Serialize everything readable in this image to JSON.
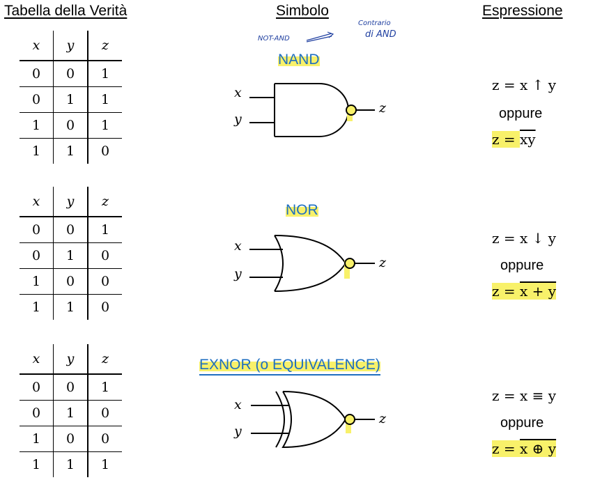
{
  "headers": {
    "truth_table": "Tabella della Verità",
    "symbol": "Simbolo",
    "expression": "Espressione"
  },
  "truth_table_columns": [
    "x",
    "y",
    "z"
  ],
  "gates": [
    {
      "name": "NAND",
      "rows": [
        [
          "0",
          "0",
          "1"
        ],
        [
          "0",
          "1",
          "1"
        ],
        [
          "1",
          "0",
          "1"
        ],
        [
          "1",
          "1",
          "0"
        ]
      ],
      "input_x": "x",
      "input_y": "y",
      "output": "z",
      "expression": "z = x ↑ y",
      "or_word": "oppure",
      "alt_expression_lhs": "z = ",
      "alt_expression_rhs": "xy"
    },
    {
      "name": "NOR",
      "rows": [
        [
          "0",
          "0",
          "1"
        ],
        [
          "0",
          "1",
          "0"
        ],
        [
          "1",
          "0",
          "0"
        ],
        [
          "1",
          "1",
          "0"
        ]
      ],
      "input_x": "x",
      "input_y": "y",
      "output": "z",
      "expression": "z = x ↓ y",
      "or_word": "oppure",
      "alt_expression_lhs": "z = ",
      "alt_expression_rhs": "x + y"
    },
    {
      "name": "EXNOR (o EQUIVALENCE)",
      "rows": [
        [
          "0",
          "0",
          "1"
        ],
        [
          "0",
          "1",
          "0"
        ],
        [
          "1",
          "0",
          "0"
        ],
        [
          "1",
          "1",
          "1"
        ]
      ],
      "input_x": "x",
      "input_y": "y",
      "output": "z",
      "expression": "z = x ≡ y",
      "or_word": "oppure",
      "alt_expression_lhs": "z = ",
      "alt_expression_rhs": "x ⊕ y"
    }
  ],
  "handwritten_notes": {
    "left": "NOT-AND",
    "right_line1": "Contrario",
    "right_line2": "di AND"
  },
  "colors": {
    "gate_label": "#1f6fc0",
    "highlight": "#f8f16a",
    "handwriting": "#1f3fa0"
  }
}
